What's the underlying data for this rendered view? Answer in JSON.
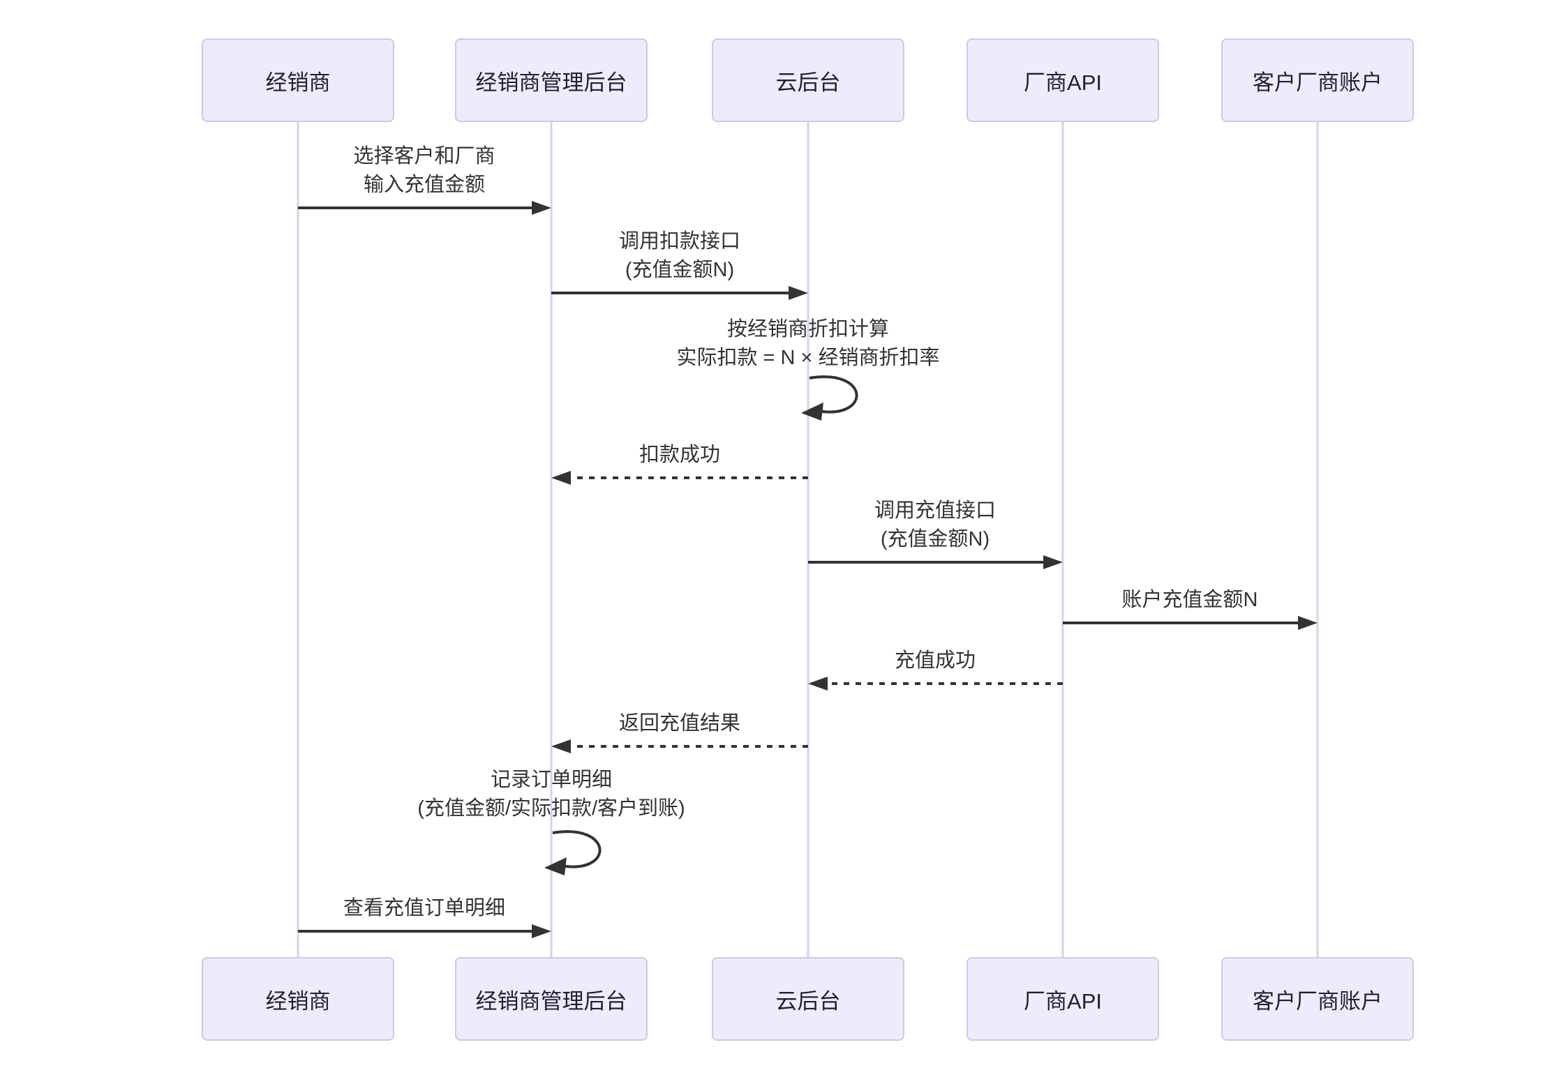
{
  "diagram": {
    "type": "sequence",
    "actors": [
      "经销商",
      "经销商管理后台",
      "云后台",
      "厂商API",
      "客户厂商账户"
    ],
    "messages": [
      {
        "from": "经销商",
        "to": "经销商管理后台",
        "style": "solid",
        "lines": [
          "选择客户和厂商",
          "输入充值金额"
        ]
      },
      {
        "from": "经销商管理后台",
        "to": "云后台",
        "style": "solid",
        "lines": [
          "调用扣款接口",
          "(充值金额N)"
        ]
      },
      {
        "from": "云后台",
        "to": "云后台",
        "style": "self",
        "lines": [
          "按经销商折扣计算",
          "实际扣款 = N × 经销商折扣率"
        ]
      },
      {
        "from": "云后台",
        "to": "经销商管理后台",
        "style": "dashed",
        "lines": [
          "扣款成功"
        ]
      },
      {
        "from": "云后台",
        "to": "厂商API",
        "style": "solid",
        "lines": [
          "调用充值接口",
          "(充值金额N)"
        ]
      },
      {
        "from": "厂商API",
        "to": "客户厂商账户",
        "style": "solid",
        "lines": [
          "账户充值金额N"
        ]
      },
      {
        "from": "厂商API",
        "to": "云后台",
        "style": "dashed",
        "lines": [
          "充值成功"
        ]
      },
      {
        "from": "云后台",
        "to": "经销商管理后台",
        "style": "dashed",
        "lines": [
          "返回充值结果"
        ]
      },
      {
        "from": "经销商管理后台",
        "to": "经销商管理后台",
        "style": "self",
        "lines": [
          "记录订单明细",
          "(充值金额/实际扣款/客户到账)"
        ]
      },
      {
        "from": "经销商",
        "to": "经销商管理后台",
        "style": "solid",
        "lines": [
          "查看充值订单明细"
        ]
      }
    ],
    "colors": {
      "background": "#FFFFFF",
      "actor_fill": "#ECECFB",
      "actor_border": "#CFC7EE",
      "lifeline": "#D8D0EE",
      "arrow": "#333333",
      "text": "#333333"
    }
  }
}
